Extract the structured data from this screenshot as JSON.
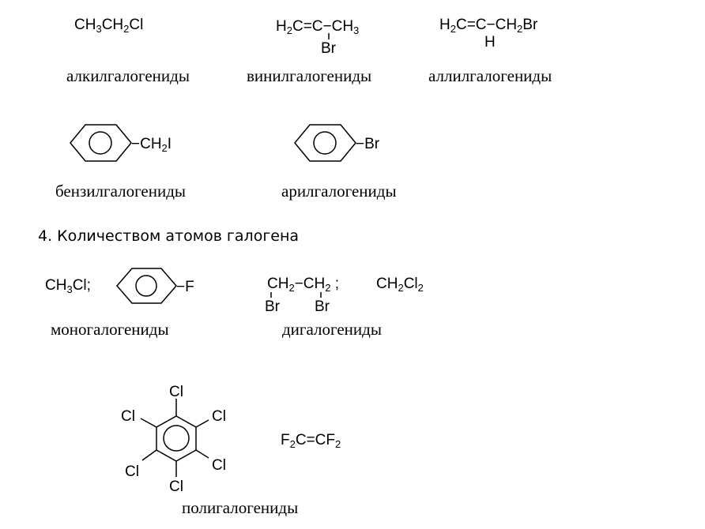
{
  "row1": {
    "alkyl_formula": [
      "CH",
      "3",
      "CH",
      "2",
      "Cl"
    ],
    "alkyl_caption": "алкилгалогениды",
    "vinyl_formula": [
      "H",
      "2",
      "C=C−CH",
      "3"
    ],
    "vinyl_sub": "Br",
    "vinyl_caption": "винилгалогениды",
    "allyl_formula": [
      "H",
      "2",
      "C=C−CH",
      "2",
      "Br"
    ],
    "allyl_sub": "H",
    "allyl_caption": "аллилгалогениды"
  },
  "row2": {
    "benzyl_sub": [
      "−CH",
      "2",
      "I"
    ],
    "benzyl_caption": "бензилгалогениды",
    "aryl_sub": "−Br",
    "aryl_caption": "арилгалогениды"
  },
  "heading": "4. Количеством атомов галогена",
  "row3": {
    "mono_formula": [
      "CH",
      "3",
      "Cl;"
    ],
    "mono_ring_sub": "−F",
    "mono_caption": "моногалогениды",
    "di_formula": [
      "CH",
      "2",
      "−CH",
      "2",
      " ;"
    ],
    "di_br1": "Br",
    "di_br2": "Br",
    "di_formula2": [
      "CH",
      "2",
      "Cl",
      "2"
    ],
    "di_caption": "дигалогениды"
  },
  "row4": {
    "hex_cl_top": "Cl",
    "hex_cl_upper_left": "Cl",
    "hex_cl_upper_right": "Cl",
    "hex_cl_lower_left": "Cl",
    "hex_cl_lower_right": "Cl",
    "hex_cl_bottom": "Cl",
    "tfe_formula": [
      "F",
      "2",
      "C=CF",
      "2"
    ],
    "poly_caption": "полигалогениды"
  }
}
